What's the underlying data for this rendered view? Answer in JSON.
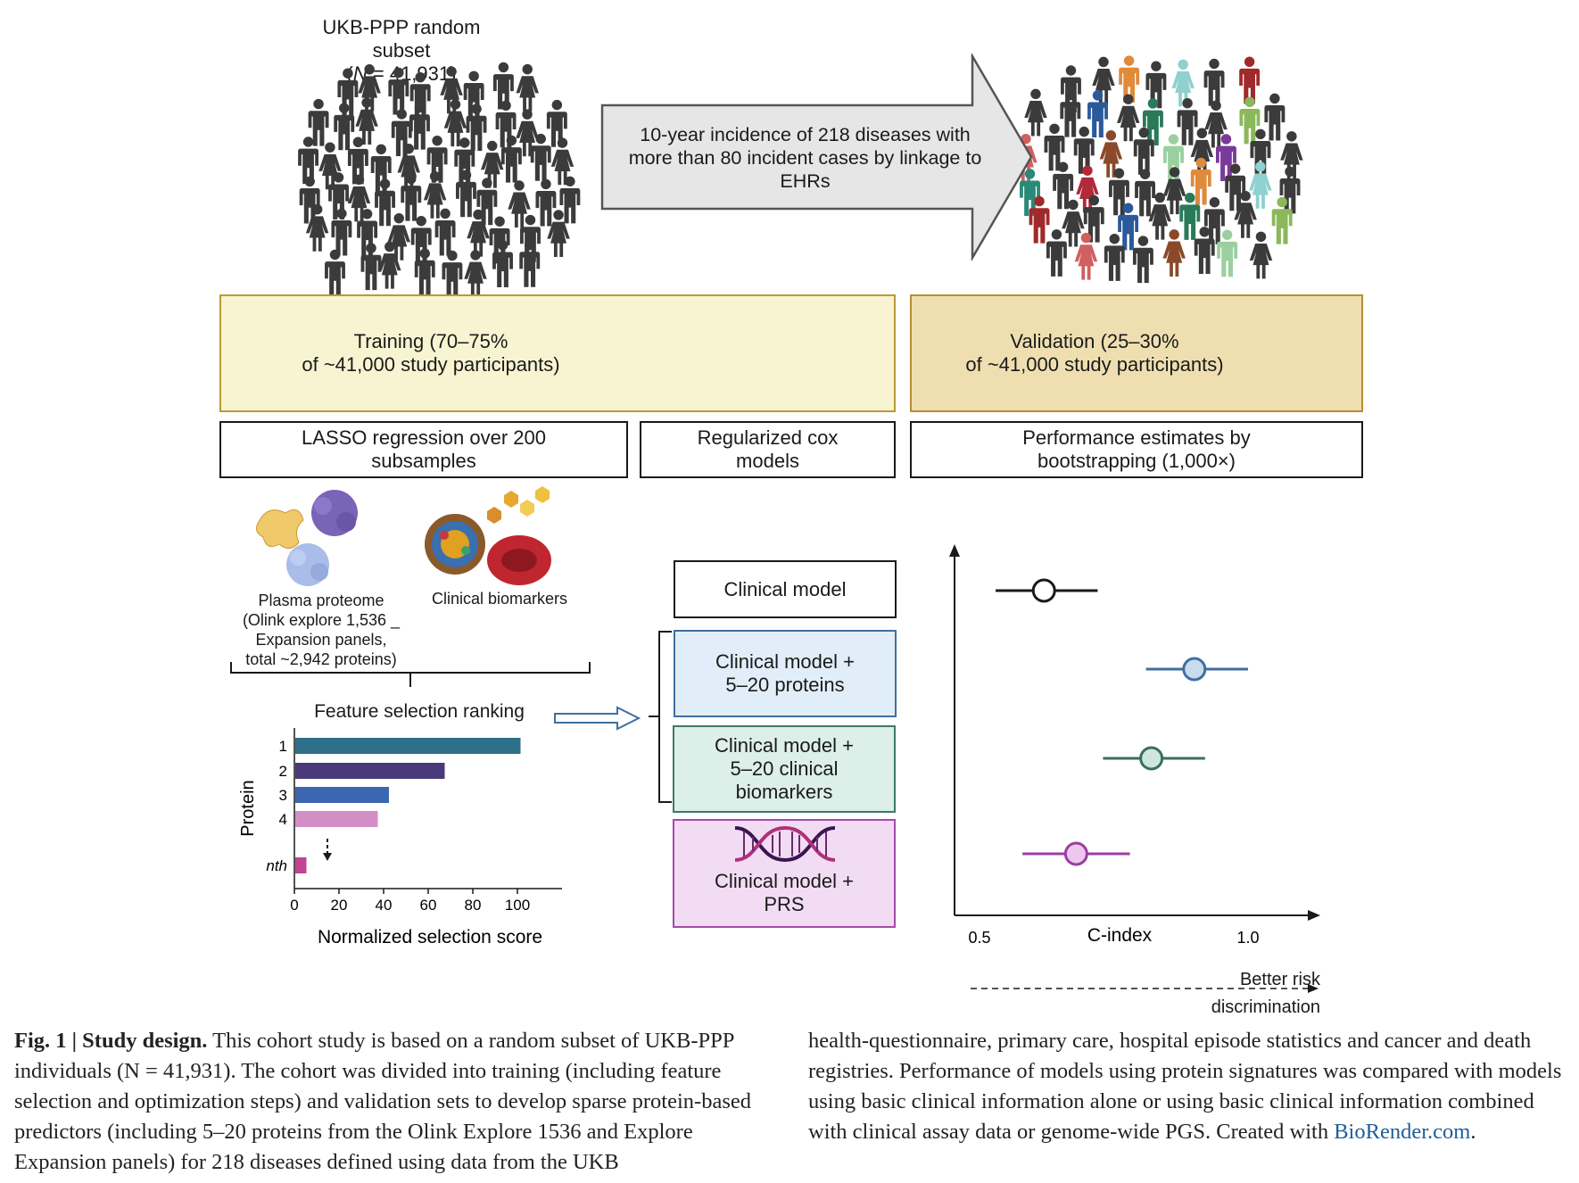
{
  "top": {
    "cohort_title": "UKB-PPP random subset",
    "cohort_n_prefix": "(",
    "cohort_n_var": "N",
    "cohort_n_rest": " = 41,931)",
    "arrow_text": "10-year incidence of 218 diseases with more than 80 incident cases by linkage to EHRs"
  },
  "training": {
    "label": "Training (70–75%\nof ~41,000 study participants)",
    "method_1": "LASSO regression over 200 subsamples",
    "method_2": "Regularized cox models"
  },
  "validation": {
    "label": "Validation (25–30%\nof ~41,000 study participants)",
    "method": "Performance estimates by bootstrapping (1,000×)"
  },
  "inputs": {
    "proteome_label": "Plasma proteome\n(Olink explore 1,536 _\nExpansion panels,\ntotal ~2,942 proteins)",
    "biomarkers_label": "Clinical biomarkers"
  },
  "models": [
    {
      "label": "Clinical model",
      "color": "#ffffff",
      "border": "#1a1a1a"
    },
    {
      "label": "Clinical model +\n5–20 proteins",
      "color": "#e1edf8",
      "border": "#3f6fa0"
    },
    {
      "label": "Clinical model +\n5–20 clinical\nbiomarkers",
      "color": "#dcefe9",
      "border": "#3a7a6a"
    },
    {
      "label": "Clinical model +\nPRS",
      "color": "#f2dcf4",
      "border": "#a44aa8"
    }
  ],
  "chart_data": [
    {
      "type": "bar",
      "title": "Feature selection ranking",
      "xlabel": "Normalized selection score",
      "ylabel": "Protein",
      "categories": [
        "1",
        "2",
        "3",
        "4",
        "nth"
      ],
      "values": [
        101,
        67,
        42,
        37,
        5
      ],
      "colors": [
        "#2e6f8a",
        "#4b3a7a",
        "#3c67b0",
        "#d48ec6",
        "#c0458e"
      ],
      "xlim": [
        0,
        120
      ],
      "xticks": [
        "0",
        "20",
        "40",
        "60",
        "80",
        "100"
      ],
      "grid": false
    },
    {
      "type": "scatter",
      "xlabel": "C-index",
      "xticks": [
        "0.5",
        "1.0"
      ],
      "arrow_note": "Better risk\ndiscrimination",
      "series": [
        {
          "estimate": 0.62,
          "low": 0.53,
          "high": 0.72,
          "color": "#1a1a1a",
          "fill": "#ffffff"
        },
        {
          "estimate": 0.9,
          "low": 0.81,
          "high": 1.0,
          "color": "#3f6fa0",
          "fill": "#c9dcee"
        },
        {
          "estimate": 0.82,
          "low": 0.73,
          "high": 0.92,
          "color": "#3a6e60",
          "fill": "#cde7df"
        },
        {
          "estimate": 0.68,
          "low": 0.58,
          "high": 0.78,
          "color": "#9b3ea2",
          "fill": "#ecc8ef"
        }
      ]
    }
  ],
  "caption": {
    "fig_label": "Fig. 1 | Study design.",
    "left_text": " This cohort study is based on a random subset of UKB-PPP individuals (N = 41,931). The cohort was divided into training (including feature selection and optimization steps) and validation sets to develop sparse protein-based predictors (including 5–20 proteins from the Olink Explore 1536 and Explore Expansion panels) for 218 diseases defined using data from the UKB",
    "right_text": "health-questionnaire, primary care, hospital episode statistics and cancer and death registries. Performance of models using protein signatures was compared with models using basic clinical information alone or using basic clinical information combined with clinical assay data or genome-wide PGS. Created with ",
    "link_text": "BioRender.com",
    "end_text": "."
  }
}
